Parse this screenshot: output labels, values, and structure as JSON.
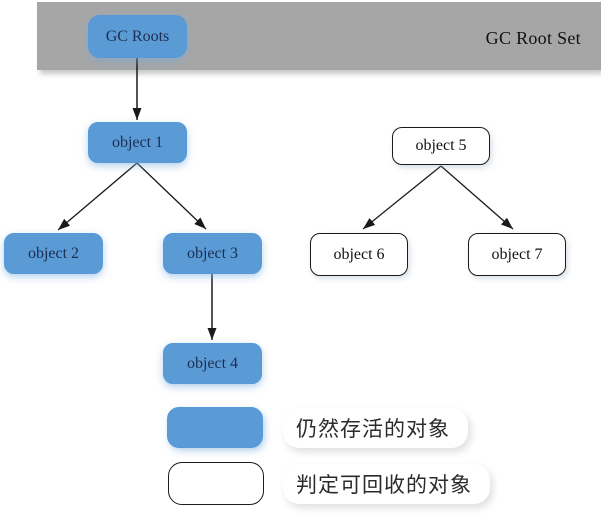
{
  "header": {
    "bar_label": "GC Root Set",
    "root_label": "GC Roots"
  },
  "nodes": [
    {
      "id": "object1",
      "label": "object 1",
      "status": "alive"
    },
    {
      "id": "object2",
      "label": "object 2",
      "status": "alive"
    },
    {
      "id": "object3",
      "label": "object 3",
      "status": "alive"
    },
    {
      "id": "object4",
      "label": "object 4",
      "status": "alive"
    },
    {
      "id": "object5",
      "label": "object 5",
      "status": "recyclable"
    },
    {
      "id": "object6",
      "label": "object 6",
      "status": "recyclable"
    },
    {
      "id": "object7",
      "label": "object 7",
      "status": "recyclable"
    }
  ],
  "edges": [
    {
      "from": "GC Roots",
      "to": "object 1"
    },
    {
      "from": "object 1",
      "to": "object 2"
    },
    {
      "from": "object 1",
      "to": "object 3"
    },
    {
      "from": "object 3",
      "to": "object 4"
    },
    {
      "from": "object 5",
      "to": "object 6"
    },
    {
      "from": "object 5",
      "to": "object 7"
    }
  ],
  "legend": [
    {
      "swatch": "alive",
      "label": "仍然存活的对象"
    },
    {
      "swatch": "recyclable",
      "label": "判定可回收的对象"
    }
  ],
  "colors": {
    "alive_fill": "#5b9bd5",
    "bar_fill": "#a6a6a6",
    "node_text": "#1c2f52",
    "arrow": "#1a1a1a"
  }
}
